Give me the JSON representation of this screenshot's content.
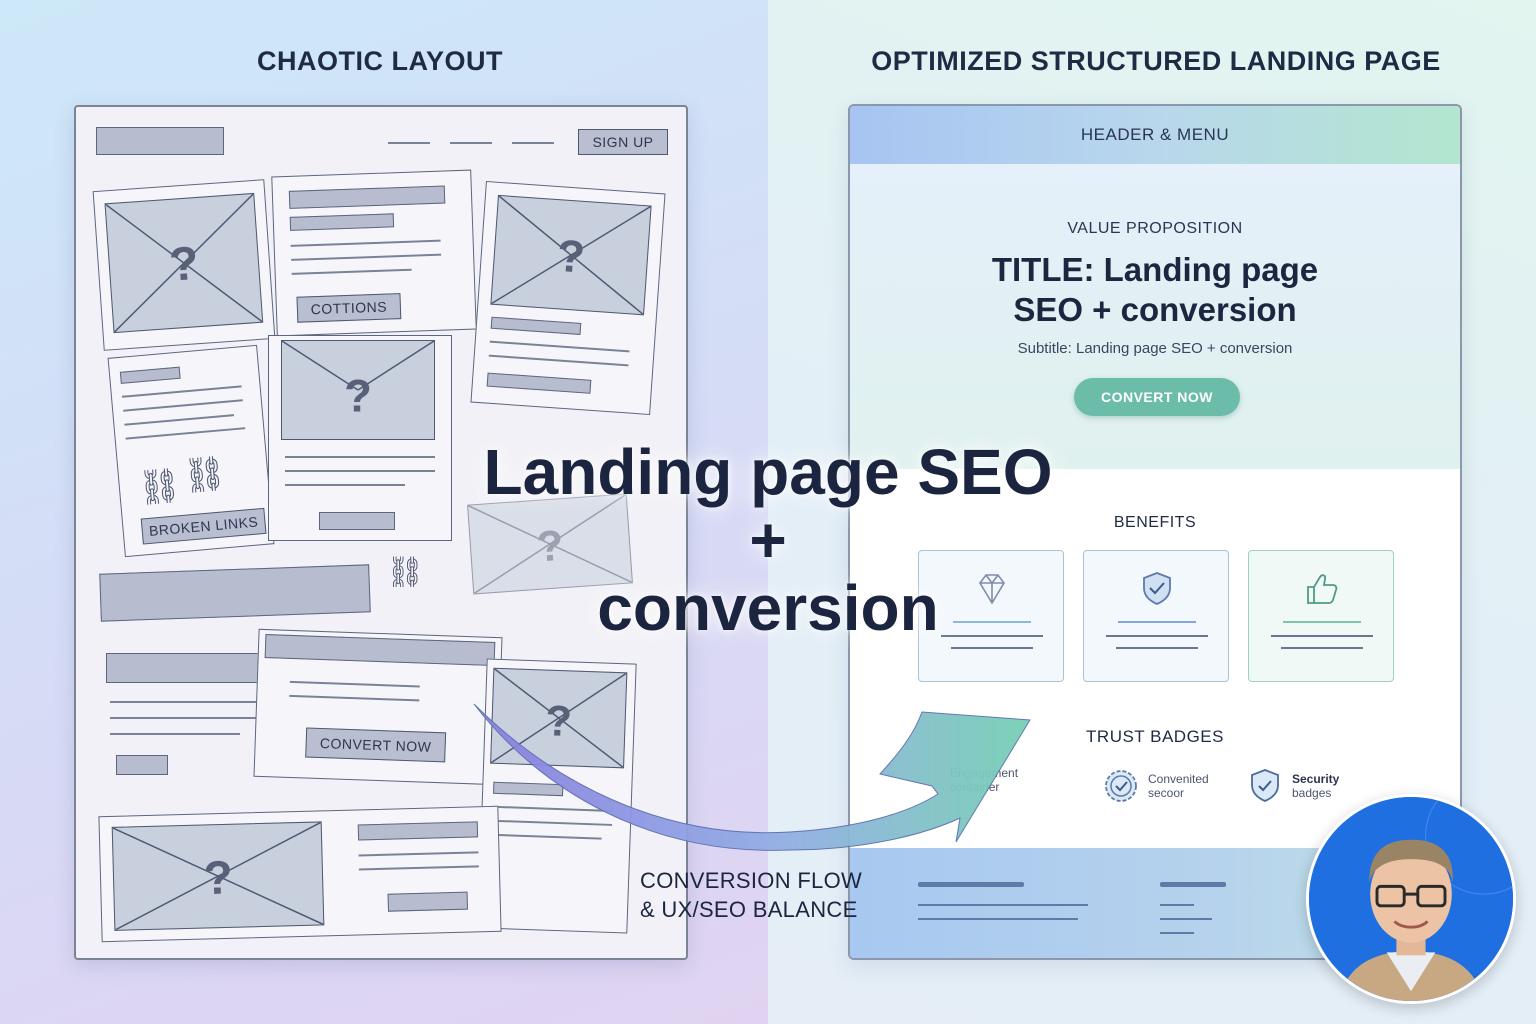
{
  "left_panel": {
    "title": "CHAOTIC LAYOUT",
    "signup_label": "SIGN UP",
    "cottions_label": "COTTIONS",
    "broken_links_label": "BROKEN LINKS",
    "convert_now_label": "CONVERT NOW",
    "placeholder_mark": "?"
  },
  "right_panel": {
    "title": "OPTIMIZED STRUCTURED LANDING PAGE",
    "header_label": "HEADER & MENU",
    "value_proposition": "VALUE PROPOSITION",
    "hero_title_line1": "TITLE: Landing page",
    "hero_title_line2": "SEO + conversion",
    "hero_subtitle": "Subtitle: Landing page SEO + conversion",
    "cta_label": "CONVERT NOW",
    "benefits_title": "BENEFITS",
    "benefit_icons": [
      "diamond-icon",
      "shield-check-icon",
      "thumbs-up-icon"
    ],
    "trust_title": "TRUST BADGES",
    "badges": [
      {
        "line1": "Engagement",
        "line2": "container"
      },
      {
        "line1": "Convenited",
        "line2": "secoor"
      },
      {
        "line1": "Security",
        "line2": "badges"
      }
    ]
  },
  "headline": {
    "line1": "Landing page SEO",
    "line2": "+",
    "line3": "conversion"
  },
  "flow_label": {
    "line1": "CONVERSION FLOW",
    "line2": "& UX/SEO BALANCE"
  },
  "colors": {
    "accent_teal": "#6cbcaa",
    "arrow_start": "#8a7fe0",
    "arrow_end": "#76d0b4",
    "avatar_bg": "#1f6fe0"
  }
}
